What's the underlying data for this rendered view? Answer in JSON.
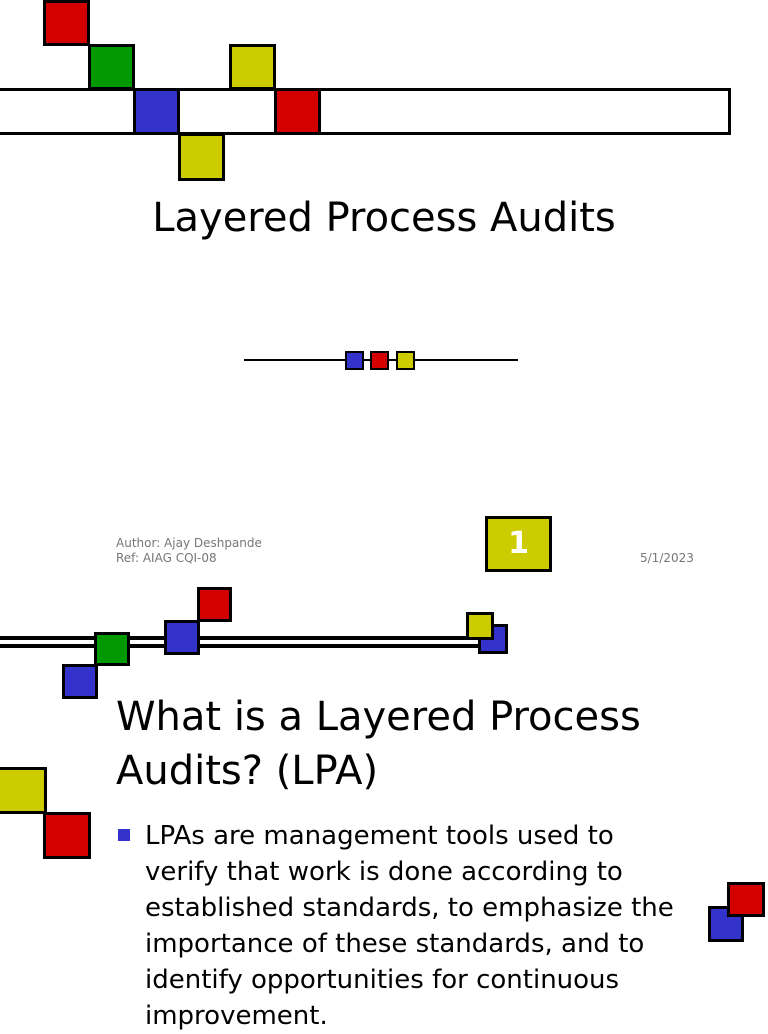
{
  "slide1": {
    "title": "Layered Process Audits",
    "author": "Author: Ajay Deshpande",
    "reference": "Ref: AIAG CQI-08",
    "date": "5/1/2023",
    "page_number": "1"
  },
  "slide2": {
    "title_line1": "What is a Layered Process",
    "title_line2": "Audits? (LPA)",
    "bullets": [
      {
        "lines": [
          "LPAs are management tools used to",
          "verify that work is done according to",
          "established standards, to emphasize the",
          "importance of these standards, and to",
          "identify opportunities for continuous",
          "improvement."
        ]
      }
    ]
  },
  "colors": {
    "red": "#d40000",
    "green": "#009900",
    "blue": "#3333cc",
    "yellow": "#cccc00",
    "footer_text": "#777777"
  }
}
